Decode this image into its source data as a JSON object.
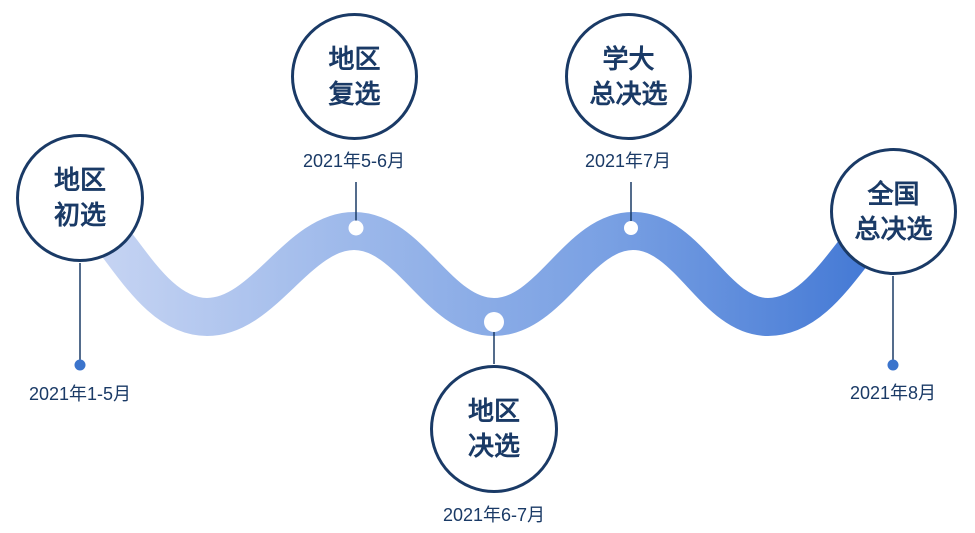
{
  "colors": {
    "navy": "#1a3a66",
    "wave_c0": "#ccd8f4",
    "wave_c1": "#9cb8ea",
    "wave_c2": "#79a0e3",
    "wave_c3": "#3d74d3",
    "dot_blue": "#3b74cc",
    "node_white": "#ffffff"
  },
  "milestones": [
    {
      "title_lines": [
        "地区",
        "初选"
      ],
      "date": "2021年1-5月"
    },
    {
      "title_lines": [
        "地区",
        "复选"
      ],
      "date": "2021年5-6月"
    },
    {
      "title_lines": [
        "地区",
        "决选"
      ],
      "date": "2021年6-7月"
    },
    {
      "title_lines": [
        "学大",
        "总决选"
      ],
      "date": "2021年7月"
    },
    {
      "title_lines": [
        "全国",
        "总决选"
      ],
      "date": "2021年8月"
    }
  ]
}
